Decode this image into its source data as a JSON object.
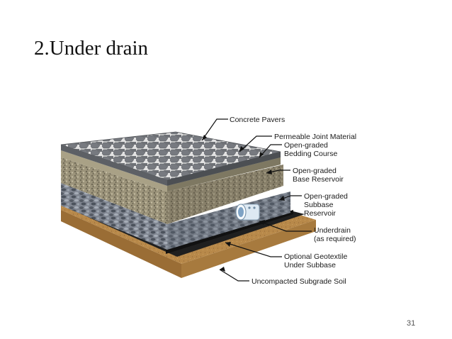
{
  "slide": {
    "title": "2.Under drain",
    "page_number": "31"
  },
  "diagram": {
    "labels": {
      "concrete_pavers": [
        "Concrete Pavers"
      ],
      "joint_material": [
        "Permeable Joint Material"
      ],
      "bedding_course": [
        "Open-graded",
        "Bedding Course"
      ],
      "base_reservoir": [
        "Open-graded",
        "Base Reservoir"
      ],
      "subbase_reservoir": [
        "Open-graded",
        "Subbase",
        "Reservoir"
      ],
      "underdrain": [
        "Underdrain",
        "(as required)"
      ],
      "geotextile": [
        "Optional Geotextile",
        "Under Subbase"
      ],
      "subgrade_soil": [
        "Uncompacted Subgrade Soil"
      ]
    },
    "colors": {
      "pavers": "#7d7f84",
      "joints": "#e4e4e4",
      "bedding": "#a9a186",
      "base": "#8f8a76",
      "subbase": "#6f7a86",
      "geotextile": "#1f1f1f",
      "soil": "#b8894a",
      "pipe": "#dde9f3"
    }
  }
}
